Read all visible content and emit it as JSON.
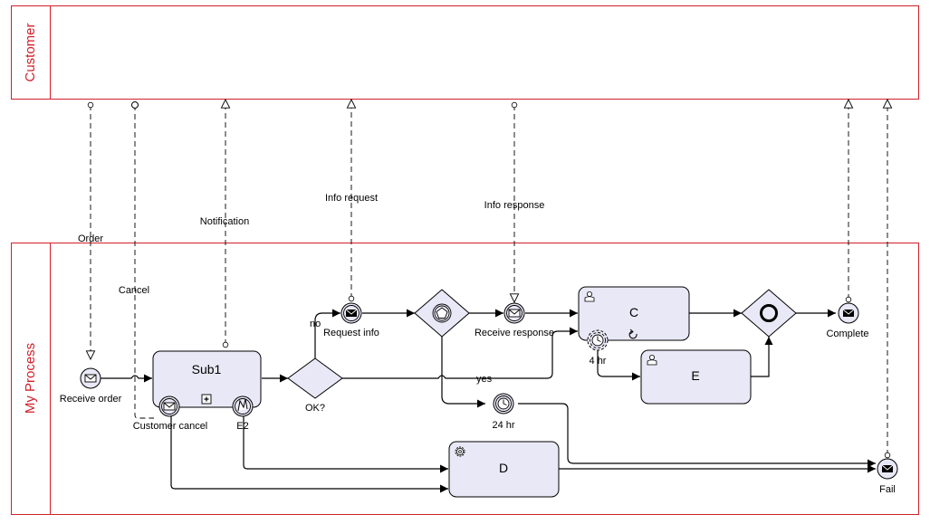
{
  "pools": {
    "customer": "Customer",
    "process": "My Process"
  },
  "messages": {
    "order": "Order",
    "cancel": "Cancel",
    "notification": "Notification",
    "info_request": "Info request",
    "info_response": "Info response"
  },
  "events": {
    "receive_order": "Receive order",
    "customer_cancel": "Customer cancel",
    "e2": "E2",
    "request_info": "Request info",
    "receive_response": "Receive response",
    "timer_24": "24 hr",
    "timer_4": "4 hr",
    "complete": "Complete",
    "fail": "Fail"
  },
  "gateways": {
    "ok": "OK?",
    "no": "no",
    "yes": "yes"
  },
  "tasks": {
    "sub1": "Sub1",
    "c": "C",
    "d": "D",
    "e": "E"
  }
}
